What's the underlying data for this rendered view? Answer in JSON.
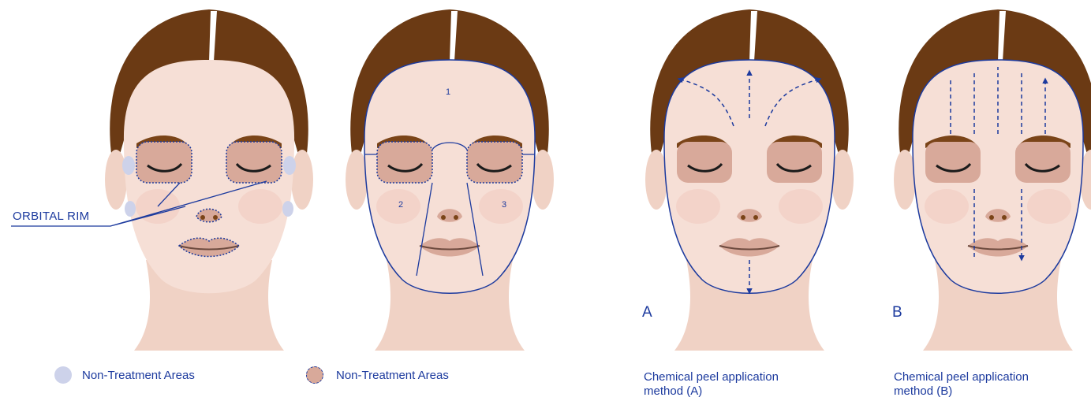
{
  "colors": {
    "hair": "#6b3a14",
    "skin": "#f6dfd6",
    "skin_shadow": "#edcbbd",
    "neck": "#f0d2c5",
    "eye_patch": "#d8a99a",
    "brow": "#7a4418",
    "accent": "#1c3a9e",
    "light_area": "#cdd2ea"
  },
  "labels": {
    "orbital_rim": "ORBITAL RIM",
    "zone_1": "1",
    "zone_2": "2",
    "zone_3": "3",
    "letter_a": "A",
    "letter_b": "B"
  },
  "captions": {
    "legend_1": "Non-Treatment Areas",
    "legend_2": "Non-Treatment Areas",
    "method_a_line1": "Chemical peel application",
    "method_a_line2": "method (A)",
    "method_b_line1": "Chemical peel application",
    "method_b_line2": "method (B)"
  }
}
